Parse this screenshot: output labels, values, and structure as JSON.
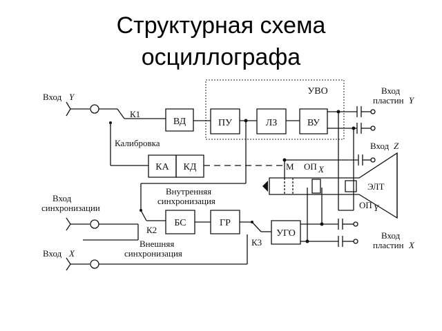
{
  "title": {
    "line1": "Структурная схема",
    "line2": "осциллографа"
  },
  "blocks": {
    "vd": "ВД",
    "pu": "ПУ",
    "lz": "ЛЗ",
    "vu": "ВУ",
    "ka": "КА",
    "kd": "КД",
    "bs": "БС",
    "gr": "ГР",
    "ugo": "УГО",
    "uvo": "УВО"
  },
  "labels": {
    "input_y": "Вход",
    "input_y_sym": "Y",
    "k1": "К1",
    "calibration": "Калибровка",
    "sync_input_1": "Вход",
    "sync_input_2": "синхронизации",
    "internal_sync_1": "Внутренняя",
    "internal_sync_2": "синхронизация",
    "external_sync_1": "Внешняя",
    "external_sync_2": "синхронизация",
    "k2": "К2",
    "k3": "К3",
    "input_x": "Вход",
    "input_x_sym": "X",
    "plates_y_1": "Вход",
    "plates_y_2": "пластин",
    "plates_y_sym": "Y",
    "input_z": "Вход",
    "input_z_sym": "Z",
    "m": "М",
    "opx": "ОП",
    "opx_sub": "X",
    "opy": "ОП",
    "opy_sub": "Y",
    "elt": "ЭЛТ",
    "plates_x_1": "Вход",
    "plates_x_2": "пластин",
    "plates_x_sym": "X"
  }
}
